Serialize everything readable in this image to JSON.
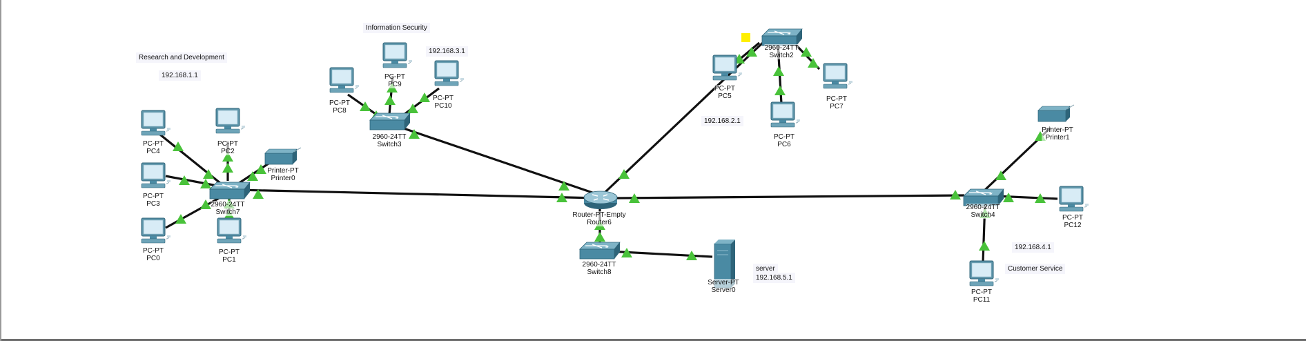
{
  "colors": {
    "link": "#111111",
    "link_light": "#49c23a",
    "device_body": "#4a8aa3",
    "device_dark": "#2e6479",
    "screen": "#d8ecf6",
    "highlight": "#ffef00"
  },
  "notes": {
    "rnd_title": "Research and Development",
    "rnd_ip": "192.168.1.1",
    "infosec_title": "Information Security",
    "infosec_ip": "192.168.3.1",
    "sw2_net_ip": "192.168.2.1",
    "customer_ip": "192.168.4.1",
    "customer_title": "Customer Service",
    "server_title": "server",
    "server_ip": "192.168.5.1"
  },
  "devices": {
    "pc4": {
      "type": "PC-PT",
      "name": "PC4"
    },
    "pc2": {
      "type": "PC-PT",
      "name": "PC2"
    },
    "pc3": {
      "type": "PC-PT",
      "name": "PC3"
    },
    "pc0": {
      "type": "PC-PT",
      "name": "PC0"
    },
    "pc1": {
      "type": "PC-PT",
      "name": "PC1"
    },
    "printer0": {
      "type": "Printer-PT",
      "name": "Printer0"
    },
    "switch7": {
      "type": "2960-24TT",
      "name": "Switch7"
    },
    "pc8": {
      "type": "PC-PT",
      "name": "PC8"
    },
    "pc9": {
      "type": "PC-PT",
      "name": "PC9"
    },
    "pc10": {
      "type": "PC-PT",
      "name": "PC10"
    },
    "switch3": {
      "type": "2960-24TT",
      "name": "Switch3"
    },
    "router6": {
      "type": "Router-PT-Empty",
      "name": "Router6"
    },
    "switch8": {
      "type": "2960-24TT",
      "name": "Switch8"
    },
    "server0": {
      "type": "Server-PT",
      "name": "Server0"
    },
    "pc5": {
      "type": "PC-PT",
      "name": "PC5"
    },
    "switch2": {
      "type": "2960-24TT",
      "name": "Switch2"
    },
    "pc7": {
      "type": "PC-PT",
      "name": "PC7"
    },
    "pc6": {
      "type": "PC-PT",
      "name": "PC6"
    },
    "printer1": {
      "type": "Printer-PT",
      "name": "Printer1"
    },
    "switch4": {
      "type": "2960-24TT",
      "name": "Switch4"
    },
    "pc12": {
      "type": "PC-PT",
      "name": "PC12"
    },
    "pc11": {
      "type": "PC-PT",
      "name": "PC11"
    }
  }
}
